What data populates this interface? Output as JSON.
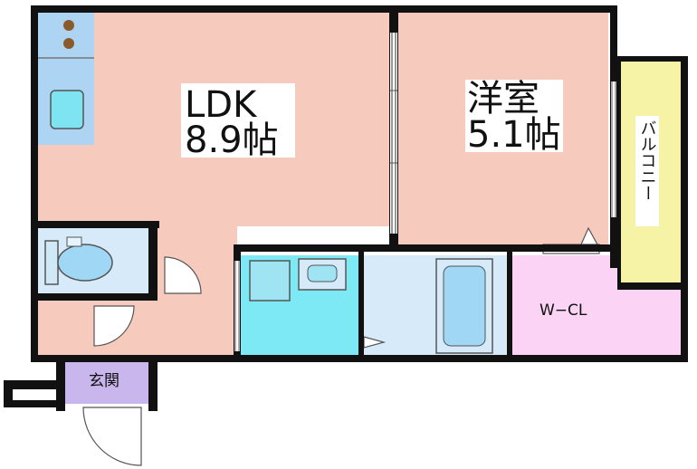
{
  "rooms": {
    "ldk": {
      "name": "LDK",
      "size": "8.9帖"
    },
    "western": {
      "name": "洋室",
      "size": "5.1帖"
    },
    "balcony": {
      "label": "バルコニー"
    },
    "walk_in_closet": {
      "label": "W−CL"
    },
    "entrance": {
      "label": "玄関"
    }
  },
  "colors": {
    "ldk": "#f6cbbd",
    "western": "#f6cbbd",
    "kitchen": "#aed4f4",
    "toilet": "#d6eaf9",
    "unit_bath": "#7de9f5",
    "washroom": "#d6eaf9",
    "wcl": "#fbd3f4",
    "entrance": "#c9b6ec",
    "balcony": "#f7f3a6",
    "wall": "#111111"
  }
}
